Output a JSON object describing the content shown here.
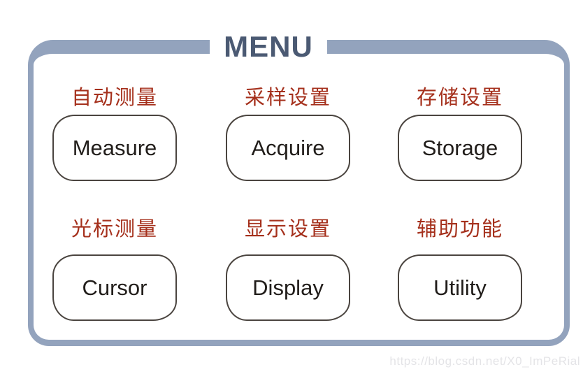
{
  "panel": {
    "title": "MENU"
  },
  "buttons": [
    {
      "caption_cn": "自动测量",
      "label_en": "Measure"
    },
    {
      "caption_cn": "采样设置",
      "label_en": "Acquire"
    },
    {
      "caption_cn": "存储设置",
      "label_en": "Storage"
    },
    {
      "caption_cn": "光标测量",
      "label_en": "Cursor"
    },
    {
      "caption_cn": "显示设置",
      "label_en": "Display"
    },
    {
      "caption_cn": "辅助功能",
      "label_en": "Utility"
    }
  ],
  "watermark": "https://blog.csdn.net/X0_ImPeRial",
  "colors": {
    "frame": "#93a3bd",
    "title_text": "#4b5a73",
    "caption_red": "#a5301c",
    "button_border": "#4a443f",
    "button_text": "#211d1a",
    "watermark_gray": "#e4e4e7"
  }
}
